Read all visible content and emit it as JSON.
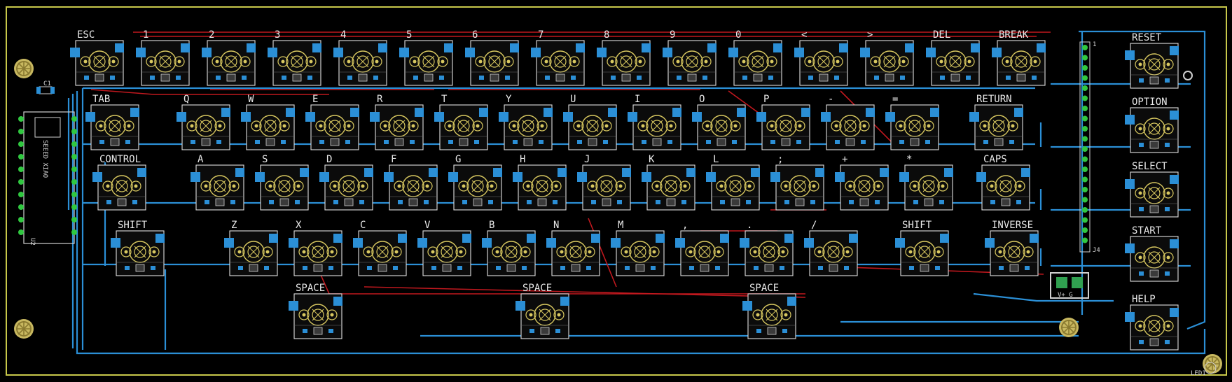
{
  "board": {
    "title": "Keyboard PCB layout",
    "colors": {
      "background": "#000000",
      "outline": "#c8c84a",
      "top_trace": "#c0181e",
      "bottom_trace": "#2b8fd6",
      "pad": "#1f8fd6",
      "silk": "#e8e8e8",
      "hole": "#c8b860"
    }
  },
  "rows": [
    {
      "keys": [
        "ESC",
        "1",
        "2",
        "3",
        "4",
        "5",
        "6",
        "7",
        "8",
        "9",
        "0",
        "<",
        ">",
        "DEL",
        "BREAK"
      ]
    },
    {
      "keys": [
        "TAB",
        "Q",
        "W",
        "E",
        "R",
        "T",
        "Y",
        "U",
        "I",
        "O",
        "P",
        "-",
        "=",
        "RETURN"
      ]
    },
    {
      "keys": [
        "CONTROL",
        "A",
        "S",
        "D",
        "F",
        "G",
        "H",
        "J",
        "K",
        "L",
        ";",
        "+",
        "*",
        "CAPS"
      ]
    },
    {
      "keys": [
        "SHIFT",
        "Z",
        "X",
        "C",
        "V",
        "B",
        "N",
        "M",
        ",",
        ".",
        "/",
        "SHIFT",
        "INVERSE"
      ]
    },
    {
      "keys": [
        "SPACE",
        "SPACE",
        "SPACE"
      ]
    }
  ],
  "function_keys": [
    "RESET",
    "OPTION",
    "SELECT",
    "START",
    "HELP"
  ],
  "designators": {
    "mcu": "U2",
    "capacitor": "C1",
    "connector": "J4",
    "led": "LED1",
    "header_pin": "1",
    "connector_text": "V+ G",
    "mcu_text": "SEEED XIAO"
  }
}
